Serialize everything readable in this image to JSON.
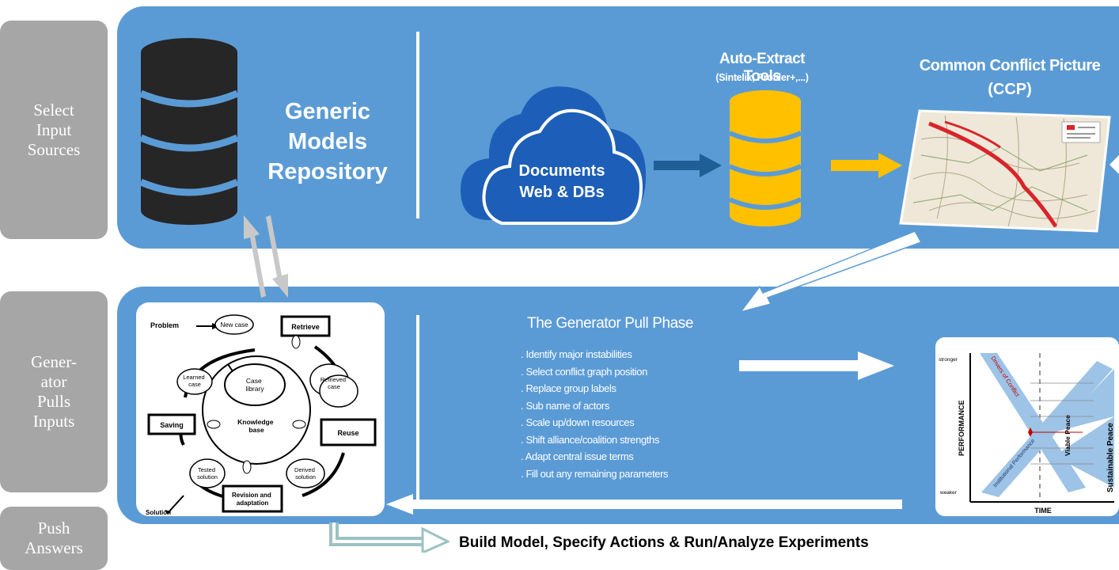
{
  "side_labels": {
    "select": "Select\nInput\nSources",
    "generator": "Gener-\nator\nPulls\nInputs",
    "push": "Push\nAnswers"
  },
  "repository": {
    "title": "Generic\nModels\nRepository"
  },
  "documents": {
    "label": "Documents\nWeb & DBs"
  },
  "auto_extract": {
    "title": "Auto-Extract Tools",
    "subtitle": "(Sintelix, Profiler+,...)"
  },
  "ccp": {
    "title": "Common Conflict Picture",
    "subtitle": "(CCP)"
  },
  "pull_phase": {
    "title": "The Generator Pull Phase",
    "steps": [
      "Identify major instabilities",
      "Select conflict graph position",
      "Replace group labels",
      "Sub name of actors",
      "Scale up/down resources",
      "Shift alliance/coalition strengths",
      "Adapt central issue terms",
      "Fill out any remaining parameters"
    ]
  },
  "cbr_cycle": {
    "problem": "Problem",
    "new_case": "New case",
    "retrieve": "Retrieve",
    "learned_case": "Learned\ncase",
    "case_library": "Case\nlibrary",
    "retrieved_case": "Retrieved\ncase",
    "knowledge_base": "Knowledge\nbase",
    "saving": "Saving",
    "reuse": "Reuse",
    "tested_solution": "Tested\nsolution",
    "derived_solution": "Derived\nsolution",
    "revision": "Revision and\nadaptation",
    "solution": "Solution"
  },
  "peace_chart": {
    "ylabel": "PERFORMANCE",
    "xlabel": "TIME",
    "stronger": "stronger",
    "weaker": "weaker",
    "drivers": "Drivers of Conflict",
    "institutional": "Institutional Performance",
    "viable": "Viable Peace",
    "sustainable": "Sustainable Peace"
  },
  "footer": {
    "text": "Build Model, Specify Actions & Run/Analyze Experiments"
  },
  "colors": {
    "band": "#5b9bd5",
    "side": "#a6a6a6",
    "db_dark": "#262626",
    "db_gold": "#ffc000",
    "cloud": "#1d5fb8",
    "arrow_gold": "#ffc000",
    "arrow_navy": "#1f5f96",
    "footer_arrow": "#9cc2c2"
  }
}
